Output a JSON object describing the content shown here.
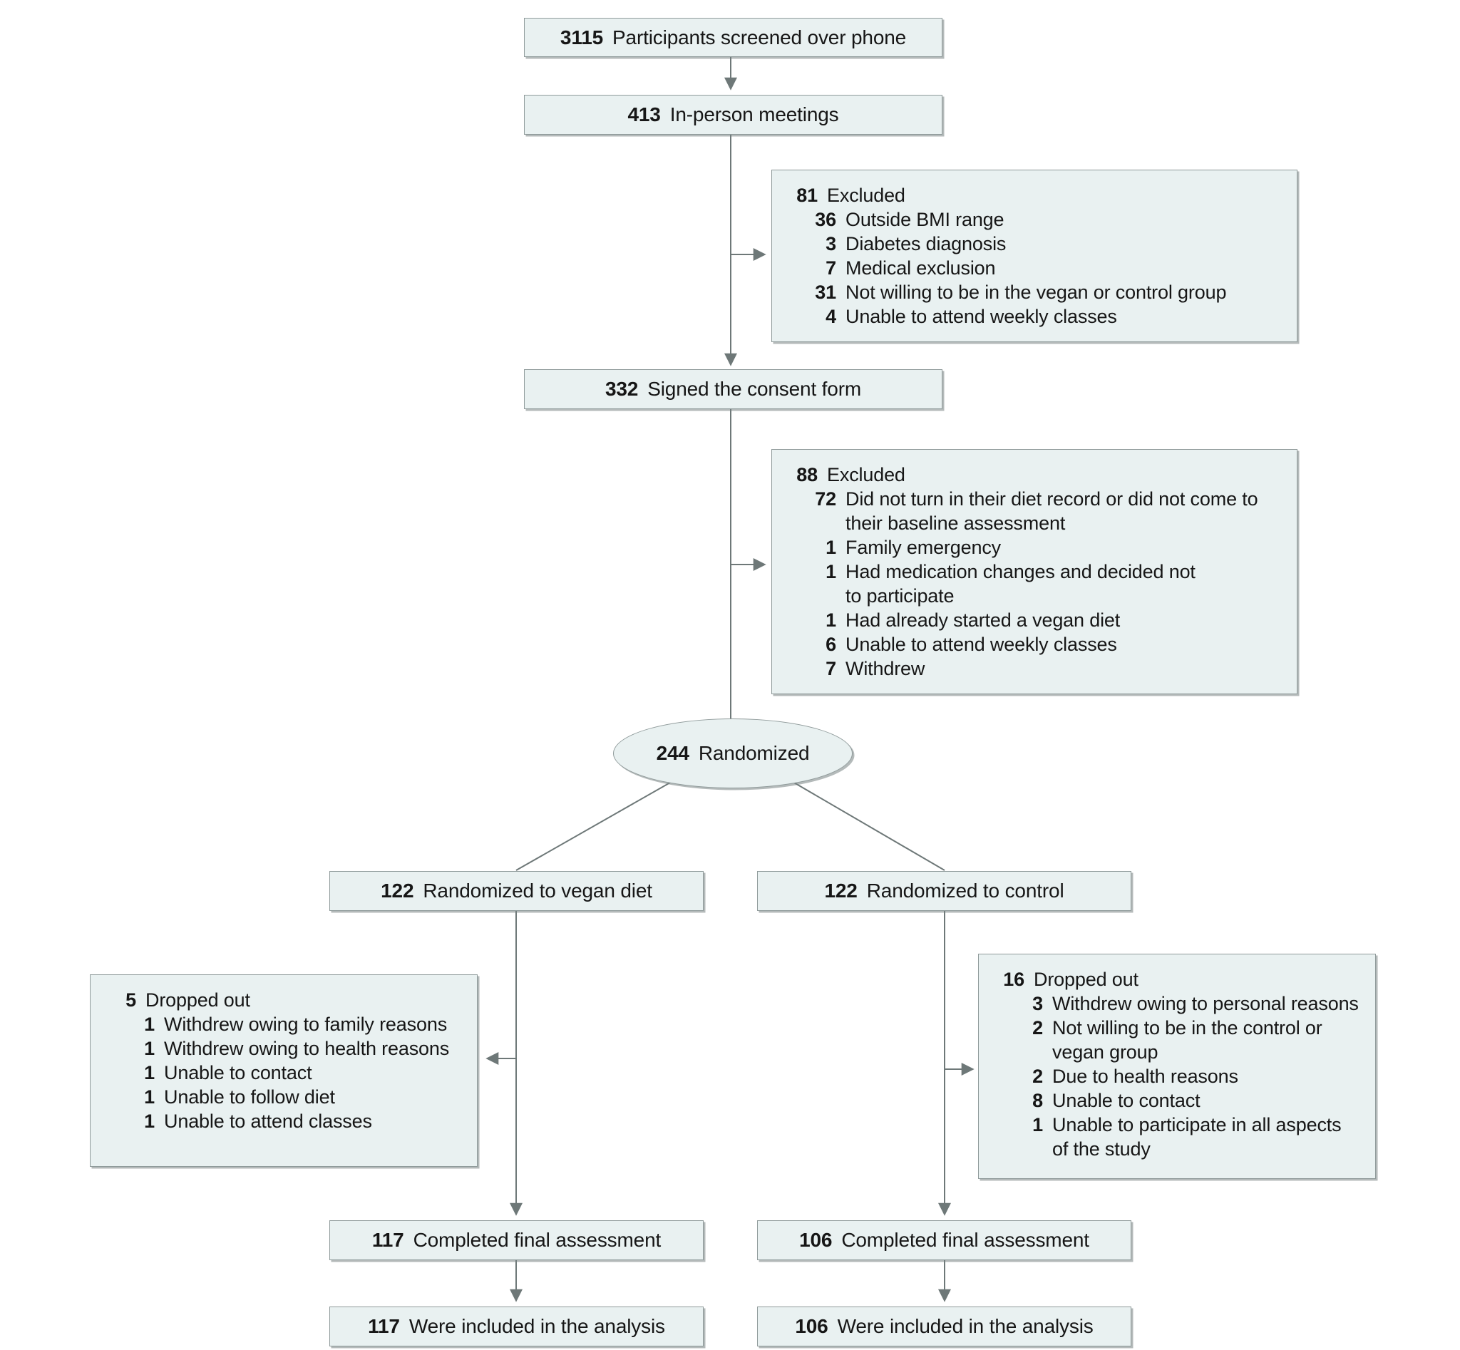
{
  "theme": {
    "bg": "#ffffff",
    "box-fill": "#e9f1f1",
    "box-border": "#8f9a9a",
    "line": "#6e7878",
    "text": "#161616"
  },
  "nodes": {
    "screened": {
      "value": "3115",
      "label": "Participants screened over phone"
    },
    "meetings": {
      "value": "413",
      "label": "In-person meetings"
    },
    "consent": {
      "value": "332",
      "label": "Signed the consent form"
    },
    "randomized": {
      "value": "244",
      "label": "Randomized"
    },
    "vegan": {
      "value": "122",
      "label": "Randomized to vegan diet"
    },
    "control": {
      "value": "122",
      "label": "Randomized to control"
    },
    "vegan_completed": {
      "value": "117",
      "label": "Completed final assessment"
    },
    "control_completed": {
      "value": "106",
      "label": "Completed final assessment"
    },
    "vegan_analyzed": {
      "value": "117",
      "label": "Were included in the analysis"
    },
    "control_analyzed": {
      "value": "106",
      "label": "Were included in the analysis"
    }
  },
  "side_boxes": {
    "excluded_after_meetings": {
      "value": "81",
      "label": "Excluded",
      "items": [
        {
          "value": "36",
          "label": "Outside BMI range"
        },
        {
          "value": "3",
          "label": "Diabetes diagnosis"
        },
        {
          "value": "7",
          "label": "Medical exclusion"
        },
        {
          "value": "31",
          "label": "Not willing to be in the vegan or control group"
        },
        {
          "value": "4",
          "label": "Unable to attend weekly classes"
        }
      ]
    },
    "excluded_after_consent": {
      "value": "88",
      "label": "Excluded",
      "items": [
        {
          "value": "72",
          "label": "Did not turn in their diet record or did not come to\ntheir baseline assessment"
        },
        {
          "value": "1",
          "label": "Family emergency"
        },
        {
          "value": "1",
          "label": "Had medication changes and decided not\nto participate"
        },
        {
          "value": "1",
          "label": "Had already started a vegan diet"
        },
        {
          "value": "6",
          "label": "Unable to attend weekly classes"
        },
        {
          "value": "7",
          "label": "Withdrew"
        }
      ]
    },
    "dropped_out_vegan": {
      "value": "5",
      "label": "Dropped out",
      "items": [
        {
          "value": "1",
          "label": "Withdrew owing to family reasons"
        },
        {
          "value": "1",
          "label": "Withdrew owing to health reasons"
        },
        {
          "value": "1",
          "label": "Unable to contact"
        },
        {
          "value": "1",
          "label": "Unable to follow diet"
        },
        {
          "value": "1",
          "label": "Unable to attend classes"
        }
      ]
    },
    "dropped_out_control": {
      "value": "16",
      "label": "Dropped out",
      "items": [
        {
          "value": "3",
          "label": "Withdrew owing to personal reasons"
        },
        {
          "value": "2",
          "label": "Not willing to be in the control or\nvegan group"
        },
        {
          "value": "2",
          "label": "Due to health reasons"
        },
        {
          "value": "8",
          "label": "Unable to contact"
        },
        {
          "value": "1",
          "label": "Unable to participate in all aspects\nof the study"
        }
      ]
    }
  }
}
